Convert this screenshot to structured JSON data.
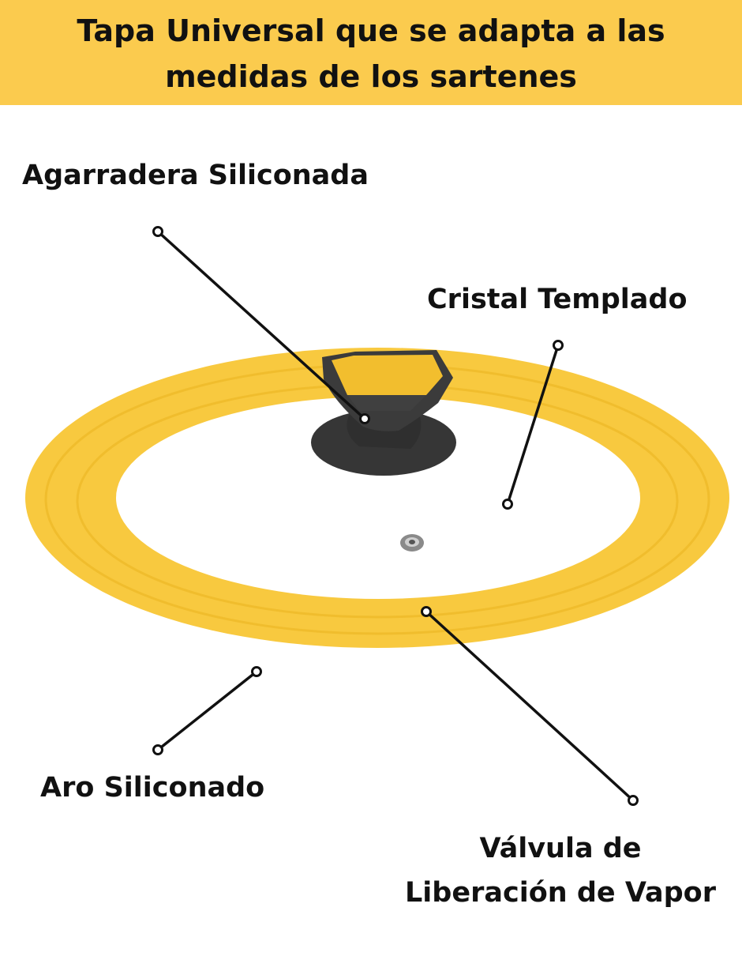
{
  "header": {
    "title_line1": "Tapa Universal que se adapta a las",
    "title_line2": "medidas de los sartenes"
  },
  "labels": {
    "knob": "Agarradera Siliconada",
    "glass": "Cristal Templado",
    "rim": "Aro Siliconado",
    "valve_line1": "Válvula de",
    "valve_line2": "Liberación de Vapor"
  },
  "colors": {
    "banner": "#FBCB4E",
    "rim": "#F7C435",
    "knob": "#3A3A3A",
    "knob_top": "#F2BE2E",
    "lines": "#111111"
  }
}
